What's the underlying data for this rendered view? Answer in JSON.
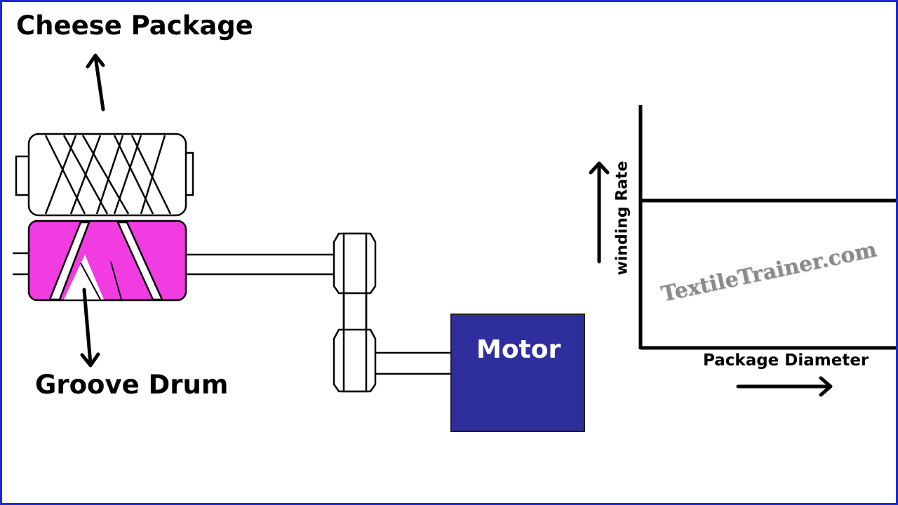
{
  "labels": {
    "cheese_package": "Cheese Package",
    "groove_drum": "Groove Drum",
    "motor": "Motor"
  },
  "graph": {
    "y_label": "winding Rate",
    "x_label": "Package Diameter"
  },
  "watermark": "TextileTrainer.com",
  "colors": {
    "border": "#1a2bd6",
    "drum": "#f03ce0",
    "motor": "#2e2e9c"
  }
}
